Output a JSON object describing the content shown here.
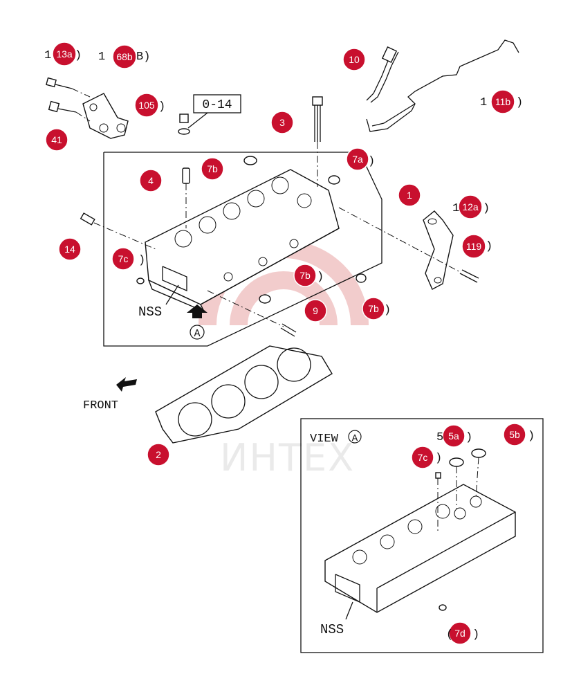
{
  "diagram": {
    "accent_color": "#c8102e",
    "watermark": {
      "text": "ИНТЕХ",
      "color": "#e8a0a0"
    },
    "texts": {
      "nss_main": "NSS",
      "front": "FRONT",
      "view_a_title": "VIEW",
      "view_a_circle": "A",
      "view_nss": "NSS",
      "arrow_a": "A",
      "box_code": "0-14",
      "pfx_13a": "1",
      "sfx_13a": ")",
      "pfx_68b": "1",
      "sfx_68b": "B)",
      "sfx_105": ")",
      "sfx_7a": ")",
      "pfx_12a": "1",
      "sfx_12a": ")",
      "sfx_119": ")",
      "sfx_7c": ")",
      "sfx_7b2": ")",
      "sfx_7b3": ")",
      "pfx_11b": "1",
      "sfx_11b": ")",
      "pfx_5a": "5",
      "sfx_5a": ")",
      "sfx_5b": ")",
      "sfx_7c_v": ")",
      "pfx_7d": "(",
      "sfx_7d": ")"
    },
    "callouts": [
      {
        "id": "13a",
        "label": "13a"
      },
      {
        "id": "68b",
        "label": "68b"
      },
      {
        "id": "105",
        "label": "105"
      },
      {
        "id": "41",
        "label": "41"
      },
      {
        "id": "10",
        "label": "10"
      },
      {
        "id": "11b",
        "label": "11b"
      },
      {
        "id": "3",
        "label": "3"
      },
      {
        "id": "4",
        "label": "4"
      },
      {
        "id": "7b1",
        "label": "7b"
      },
      {
        "id": "7a",
        "label": "7a"
      },
      {
        "id": "1",
        "label": "1"
      },
      {
        "id": "12a",
        "label": "12a"
      },
      {
        "id": "119",
        "label": "119"
      },
      {
        "id": "14",
        "label": "14"
      },
      {
        "id": "7c",
        "label": "7c"
      },
      {
        "id": "7b2",
        "label": "7b"
      },
      {
        "id": "7b3",
        "label": "7b"
      },
      {
        "id": "9",
        "label": "9"
      },
      {
        "id": "2",
        "label": "2"
      },
      {
        "id": "5a",
        "label": "5a"
      },
      {
        "id": "5b",
        "label": "5b"
      },
      {
        "id": "7c_v",
        "label": "7c"
      },
      {
        "id": "7d",
        "label": "7d"
      }
    ]
  }
}
